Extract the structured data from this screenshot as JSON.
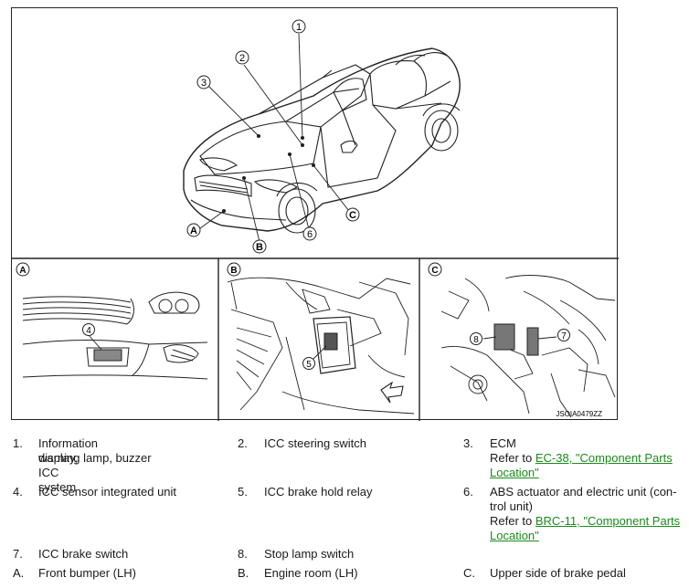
{
  "figure": {
    "car_callouts": [
      "1",
      "2",
      "3",
      "4",
      "5",
      "6",
      "7",
      "8"
    ],
    "area_callouts": [
      "A",
      "B",
      "C"
    ],
    "panel_labels": [
      "A",
      "B",
      "C"
    ],
    "image_code": "JSOIA0479ZZ"
  },
  "legend": [
    {
      "num": "1.",
      "lines": [
        "Information display, ICC system",
        "warning lamp, buzzer"
      ]
    },
    {
      "num": "2.",
      "lines": [
        "ICC steering switch"
      ]
    },
    {
      "num": "3.",
      "lines": [
        "ECM"
      ],
      "refer_prefix": "Refer to ",
      "link_lines": [
        "EC-38, \"Component Parts",
        "Location\""
      ]
    },
    {
      "num": "4.",
      "lines": [
        "ICC sensor integrated unit"
      ]
    },
    {
      "num": "5.",
      "lines": [
        "ICC brake hold relay"
      ]
    },
    {
      "num": "6.",
      "lines": [
        "ABS actuator and electric unit (con-",
        "trol unit)"
      ],
      "refer_prefix": "Refer to ",
      "link_lines": [
        "BRC-11, \"Component Parts",
        "Location\""
      ]
    },
    {
      "num": "7.",
      "lines": [
        "ICC brake switch"
      ]
    },
    {
      "num": "8.",
      "lines": [
        "Stop lamp switch"
      ]
    },
    {
      "num": "A.",
      "lines": [
        "Front bumper (LH)"
      ]
    },
    {
      "num": "B.",
      "lines": [
        "Engine room (LH)"
      ]
    },
    {
      "num": "C.",
      "lines": [
        "Upper side of brake pedal"
      ]
    }
  ],
  "colors": {
    "link": "#1a8a1a",
    "line": "#222222"
  }
}
